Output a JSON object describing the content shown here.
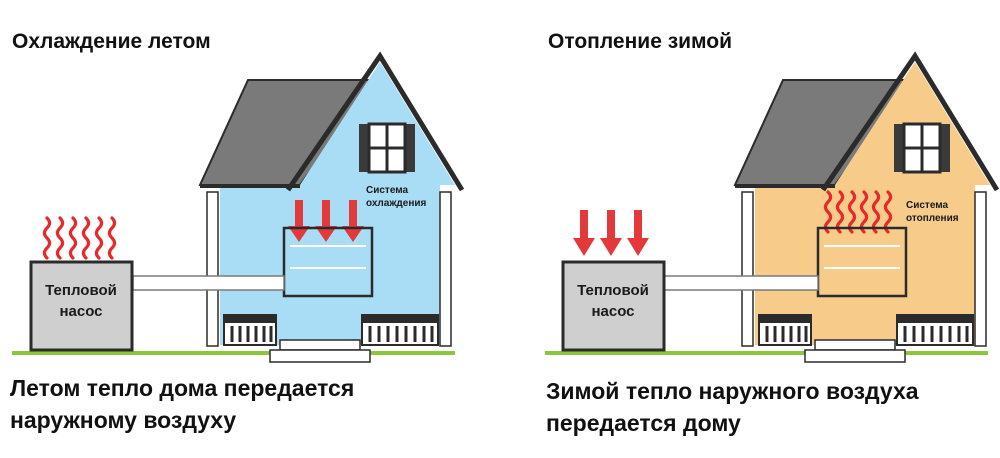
{
  "summer": {
    "title": "Охлаждение летом",
    "system_line1": "Система",
    "system_line2": "охлаждения",
    "pump_line1": "Тепловой",
    "pump_line2": "насос",
    "caption_line1": "Летом тепло дома передается",
    "caption_line2": "наружному воздуху",
    "wall_color": "#a9ddf5"
  },
  "winter": {
    "title": "Отопление зимой",
    "system_line1": "Система",
    "system_line2": "отопления",
    "pump_line1": "Тепловой",
    "pump_line2": "насос",
    "caption_line1": "Зимой тепло наружного воздуха",
    "caption_line2": "передается дому",
    "wall_color": "#f7cc8b"
  },
  "colors": {
    "roof": "#7a7a7a",
    "outline": "#2b2b2b",
    "heat": "#e8282b",
    "arrow": "#e23a3a",
    "pump_fill": "#cfcfcf",
    "ground": "#8cc63f"
  }
}
